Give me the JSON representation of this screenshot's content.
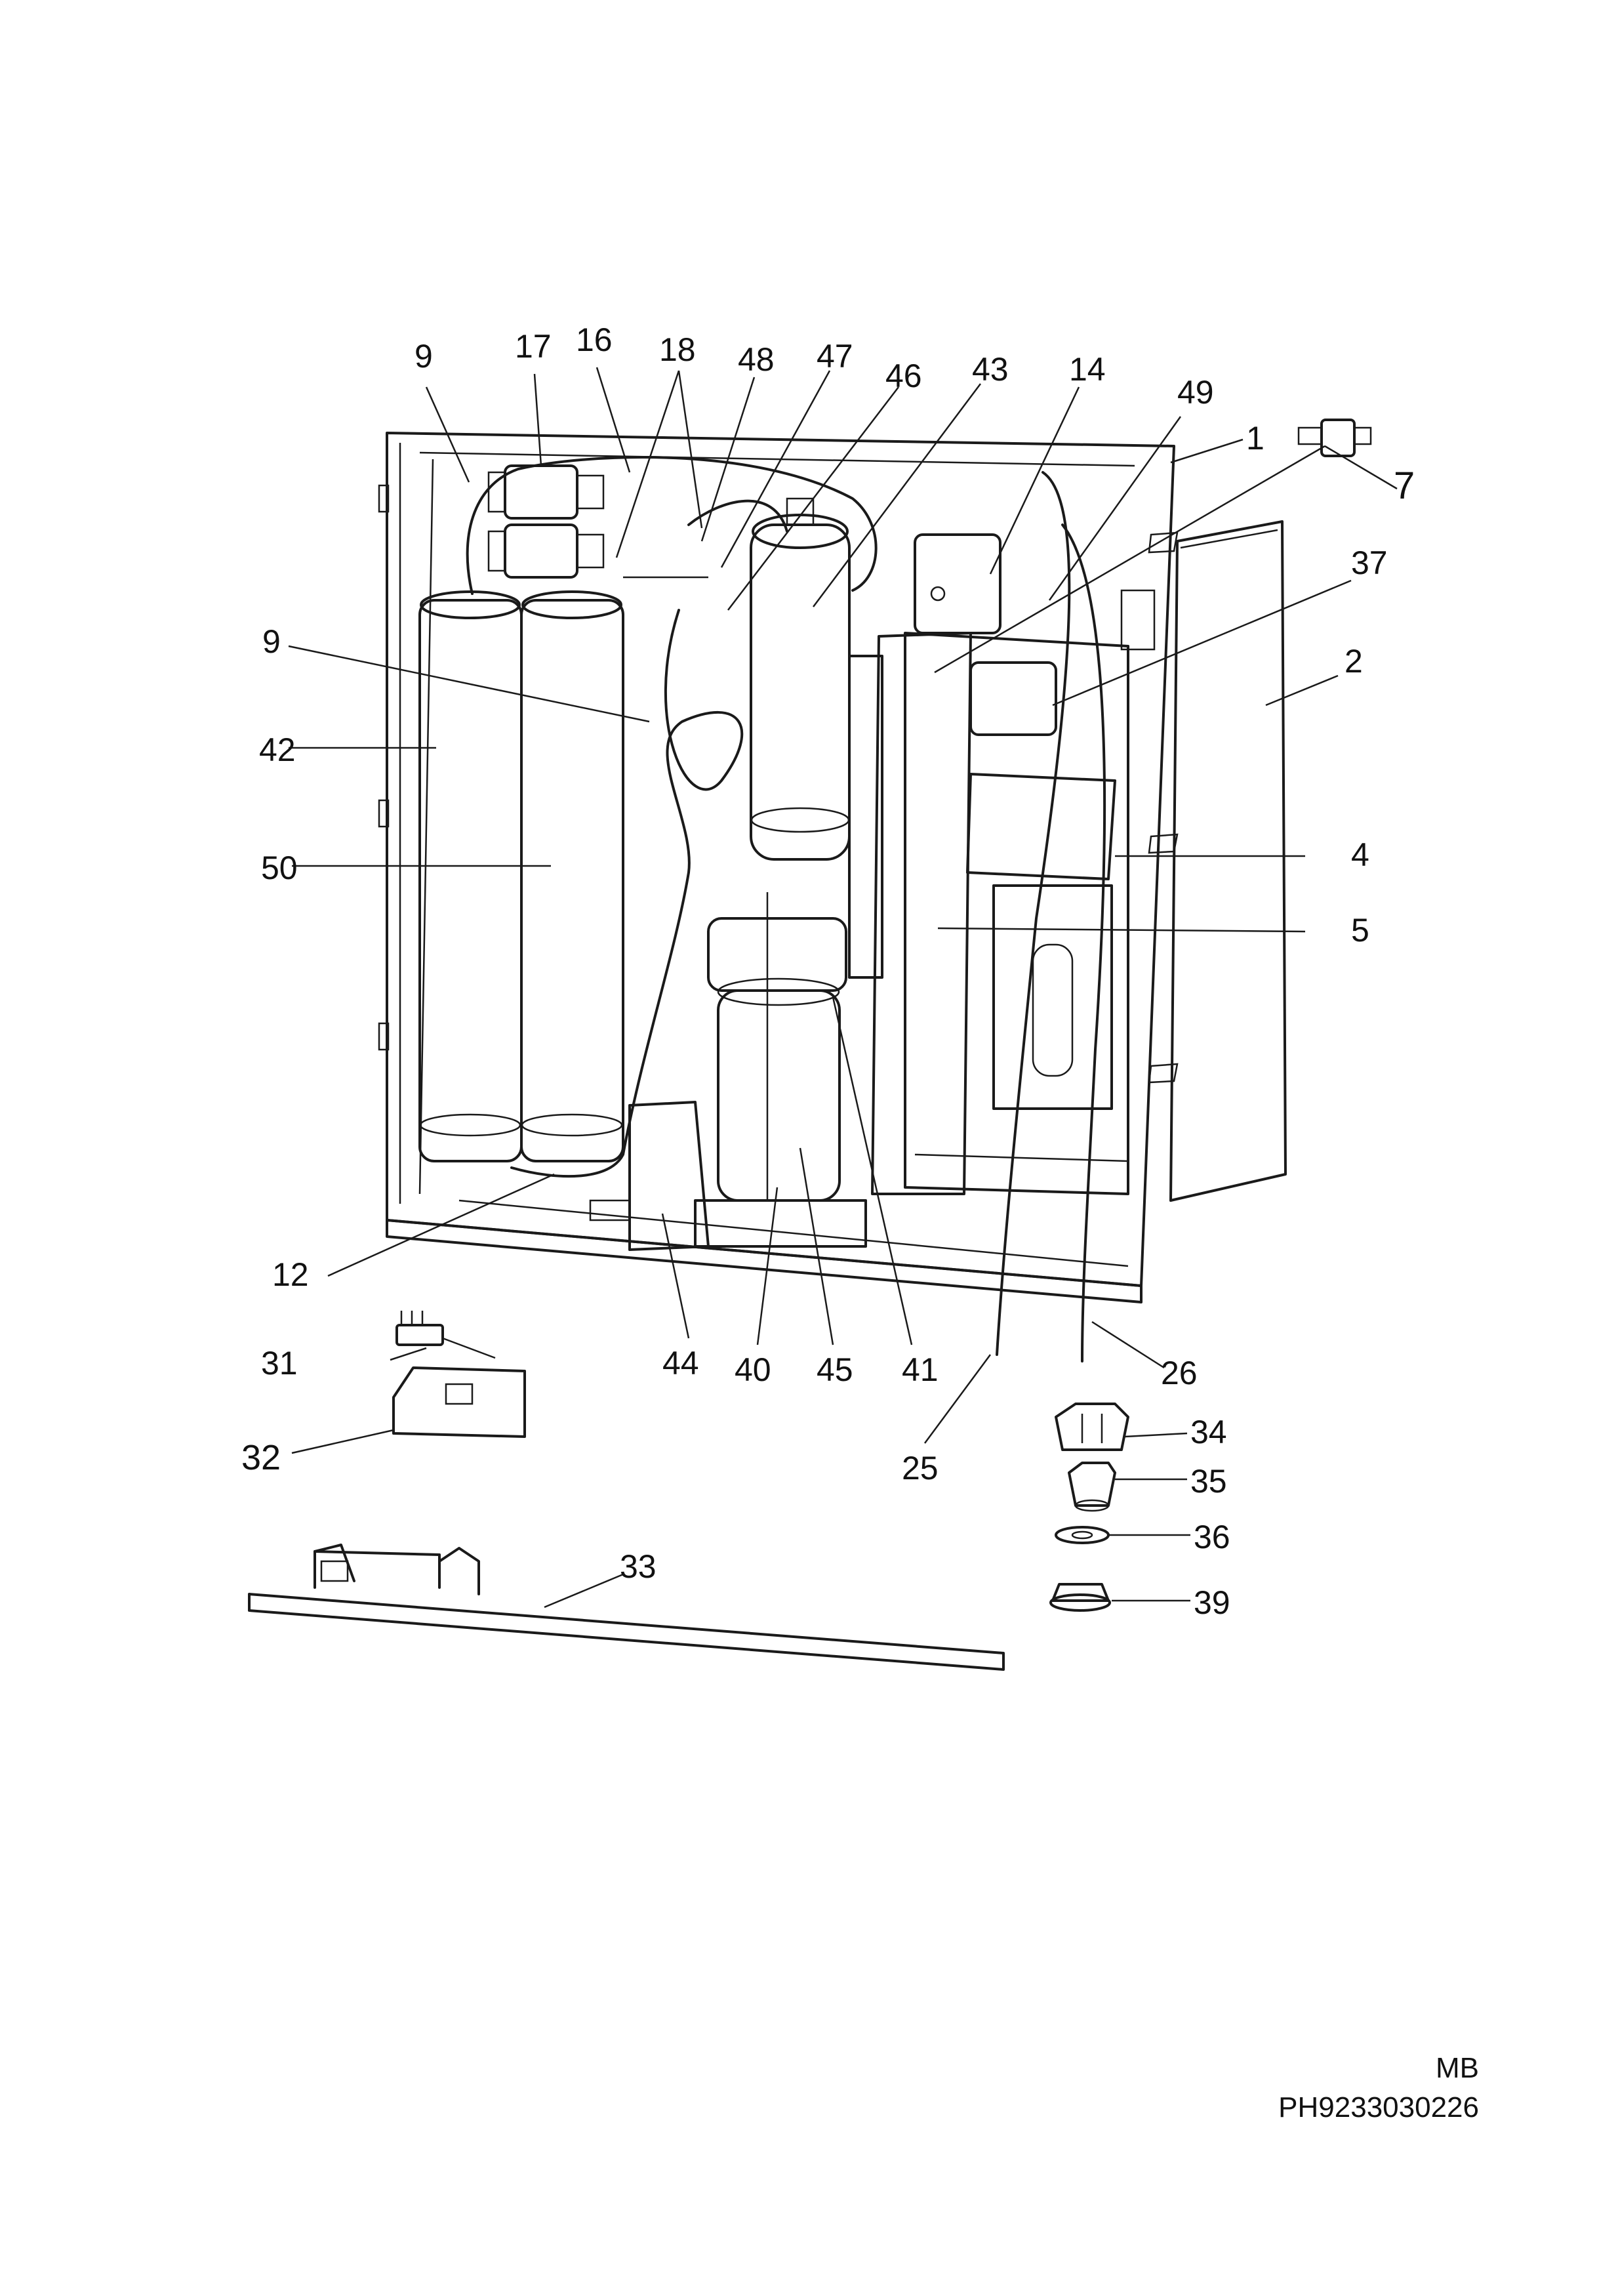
{
  "callouts": [
    {
      "id": "c9a",
      "text": "9"
    },
    {
      "id": "c17",
      "text": "17"
    },
    {
      "id": "c16",
      "text": "16"
    },
    {
      "id": "c18",
      "text": "18"
    },
    {
      "id": "c48",
      "text": "48"
    },
    {
      "id": "c47",
      "text": "47"
    },
    {
      "id": "c46",
      "text": "46"
    },
    {
      "id": "c43",
      "text": "43"
    },
    {
      "id": "c14",
      "text": "14"
    },
    {
      "id": "c49",
      "text": "49"
    },
    {
      "id": "c1",
      "text": "1"
    },
    {
      "id": "c7",
      "text": "7"
    },
    {
      "id": "c37",
      "text": "37"
    },
    {
      "id": "c2",
      "text": "2"
    },
    {
      "id": "c9b",
      "text": "9"
    },
    {
      "id": "c42",
      "text": "42"
    },
    {
      "id": "c50",
      "text": "50"
    },
    {
      "id": "c4",
      "text": "4"
    },
    {
      "id": "c5",
      "text": "5"
    },
    {
      "id": "c12",
      "text": "12"
    },
    {
      "id": "c31",
      "text": "31"
    },
    {
      "id": "c44",
      "text": "44"
    },
    {
      "id": "c40",
      "text": "40"
    },
    {
      "id": "c45",
      "text": "45"
    },
    {
      "id": "c41",
      "text": "41"
    },
    {
      "id": "c26",
      "text": "26"
    },
    {
      "id": "c32",
      "text": "32"
    },
    {
      "id": "c34",
      "text": "34"
    },
    {
      "id": "c25",
      "text": "25"
    },
    {
      "id": "c35",
      "text": "35"
    },
    {
      "id": "c36",
      "text": "36"
    },
    {
      "id": "c33",
      "text": "33"
    },
    {
      "id": "c39",
      "text": "39"
    }
  ],
  "footer": {
    "code_short": "MB",
    "code_long": "PH9233030226"
  }
}
